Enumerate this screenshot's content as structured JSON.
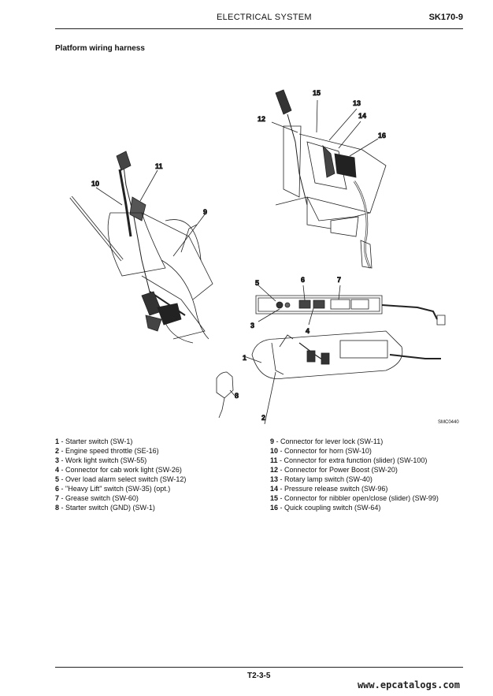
{
  "header": {
    "title": "ELECTRICAL SYSTEM",
    "model": "SK170-9"
  },
  "section_title": "Platform wiring harness",
  "figure": {
    "code": "SMC0440",
    "callouts": [
      "1",
      "2",
      "3",
      "4",
      "5",
      "6",
      "7",
      "8",
      "9",
      "10",
      "11",
      "12",
      "13",
      "14",
      "15",
      "16"
    ]
  },
  "legend": [
    {
      "num": "1",
      "text": " - Starter switch (SW-1)"
    },
    {
      "num": "2",
      "text": " - Engine speed throttle (SE-16)"
    },
    {
      "num": "3",
      "text": " - Work light switch  (SW-55)"
    },
    {
      "num": "4",
      "text": " - Connector for cab work light (SW-26)"
    },
    {
      "num": "5",
      "text": " - Over load alarm select switch (SW-12)"
    },
    {
      "num": "6",
      "text": " - \"Heavy Lift\" switch (SW-35) (opt.)"
    },
    {
      "num": "7",
      "text": " - Grease switch (SW-60)"
    },
    {
      "num": "8",
      "text": " - Starter switch (GND) (SW-1)"
    },
    {
      "num": "9",
      "text": " - Connector for lever lock (SW-11)"
    },
    {
      "num": "10",
      "text": " - Connector for horn (SW-10)"
    },
    {
      "num": "11",
      "text": " - Connector for extra function (slider) (SW-100)"
    },
    {
      "num": "12",
      "text": " - Connector for Power Boost (SW-20)"
    },
    {
      "num": "13",
      "text": " - Rotary lamp switch (SW-40)"
    },
    {
      "num": "14",
      "text": " - Pressure release switch (SW-96)"
    },
    {
      "num": "15",
      "text": " - Connector for nibbler open/close (slider) (SW-99)"
    },
    {
      "num": "16",
      "text": " - Quick coupling switch (SW-64)"
    }
  ],
  "footer": {
    "page": "T2-3-5",
    "watermark": "www.epcatalogs.com"
  }
}
